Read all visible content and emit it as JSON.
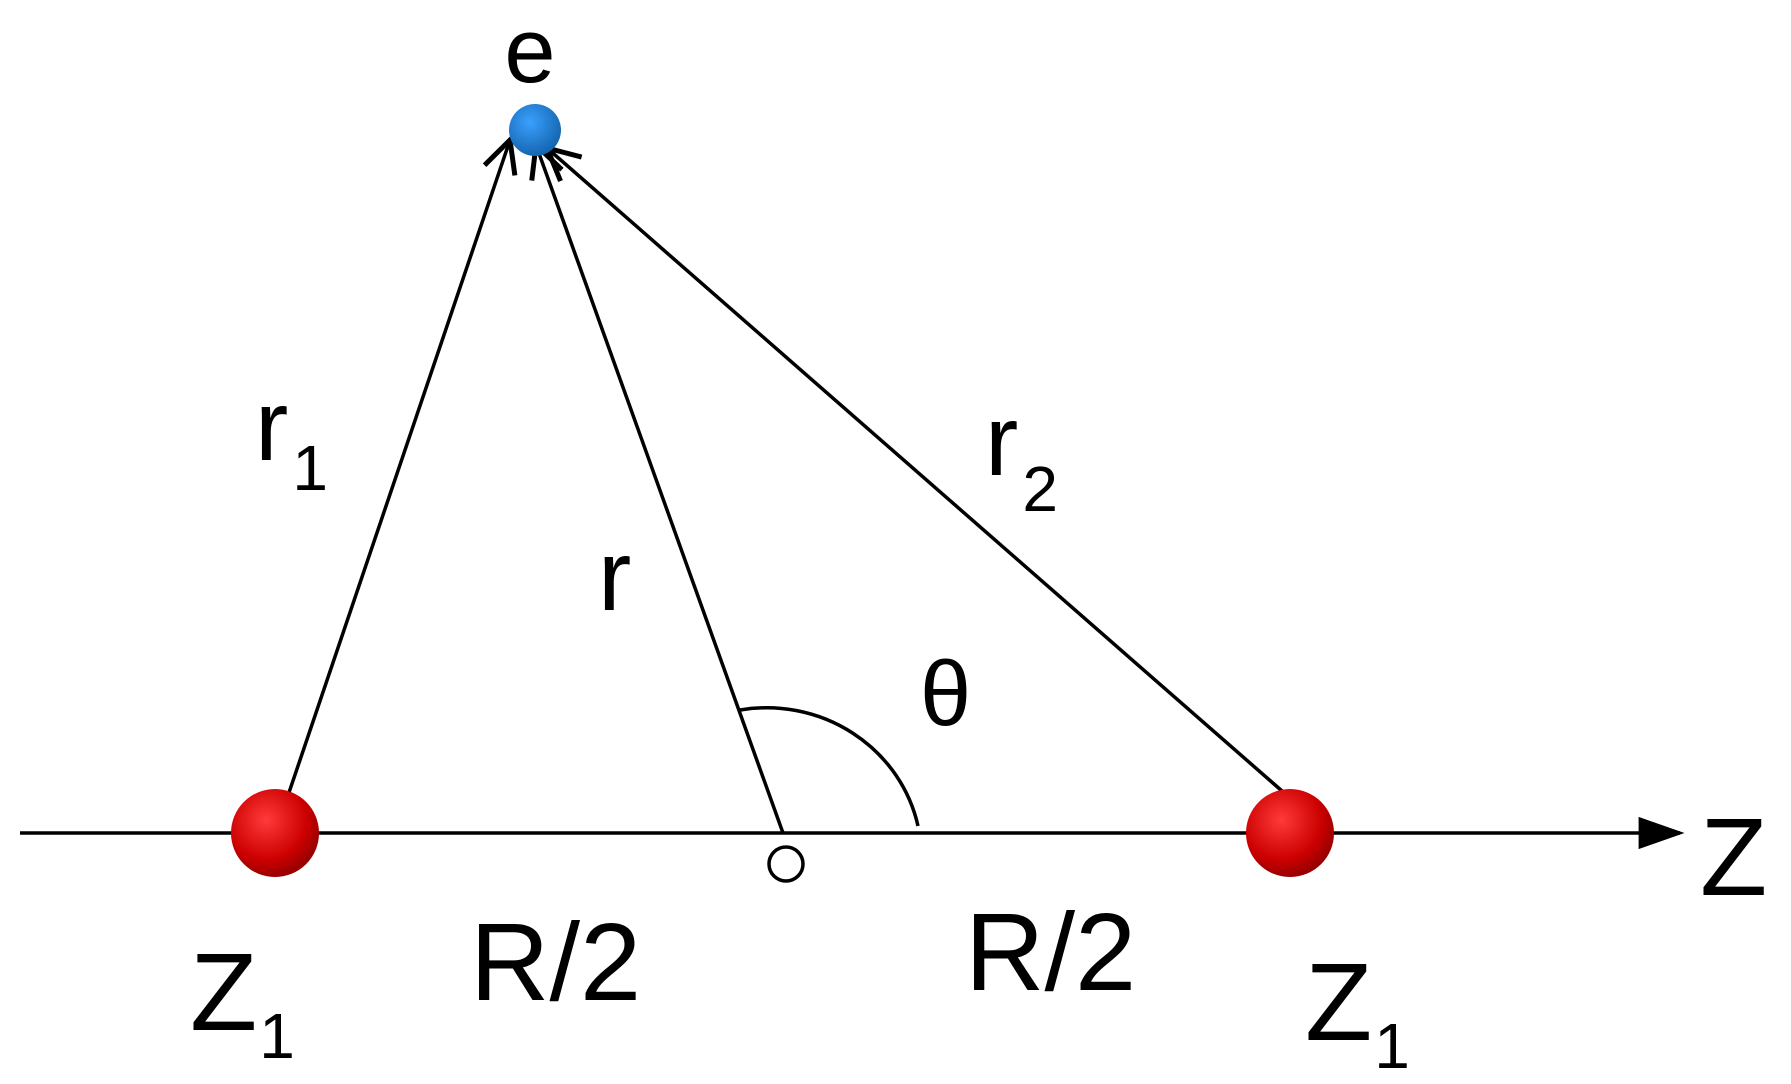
{
  "electron": {
    "label": "e",
    "color": "#1a7fd4"
  },
  "nucleus_left": {
    "label": "Z",
    "subscript": "1",
    "color": "#cc0000"
  },
  "nucleus_right": {
    "label": "Z",
    "subscript": "1",
    "color": "#cc0000"
  },
  "vectors": {
    "r1": {
      "label": "r",
      "subscript": "1"
    },
    "r": {
      "label": "r"
    },
    "r2": {
      "label": "r",
      "subscript": "2"
    }
  },
  "angle": {
    "label": "θ"
  },
  "axis": {
    "label": "Z"
  },
  "distances": {
    "left": "R/2",
    "right": "R/2"
  }
}
